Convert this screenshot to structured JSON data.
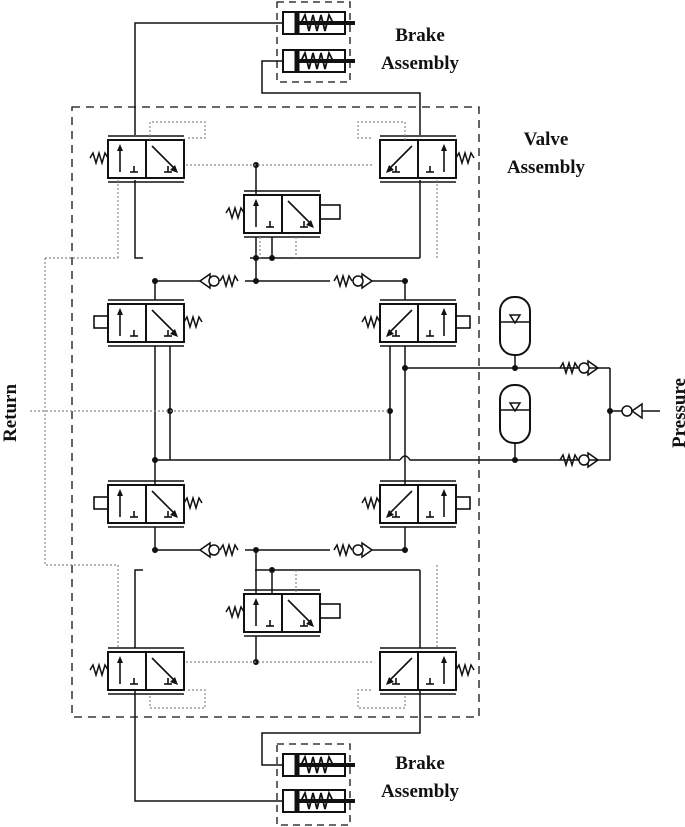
{
  "labels": {
    "brake_top": [
      "Brake",
      "Assembly"
    ],
    "valve": [
      "Valve",
      "Assembly"
    ],
    "brake_bottom": [
      "Brake",
      "Assembly"
    ],
    "return": "Return",
    "pressure": "Pressure"
  },
  "colors": {
    "line": "#111111",
    "dash": "#555555",
    "dotted": "#888888"
  }
}
